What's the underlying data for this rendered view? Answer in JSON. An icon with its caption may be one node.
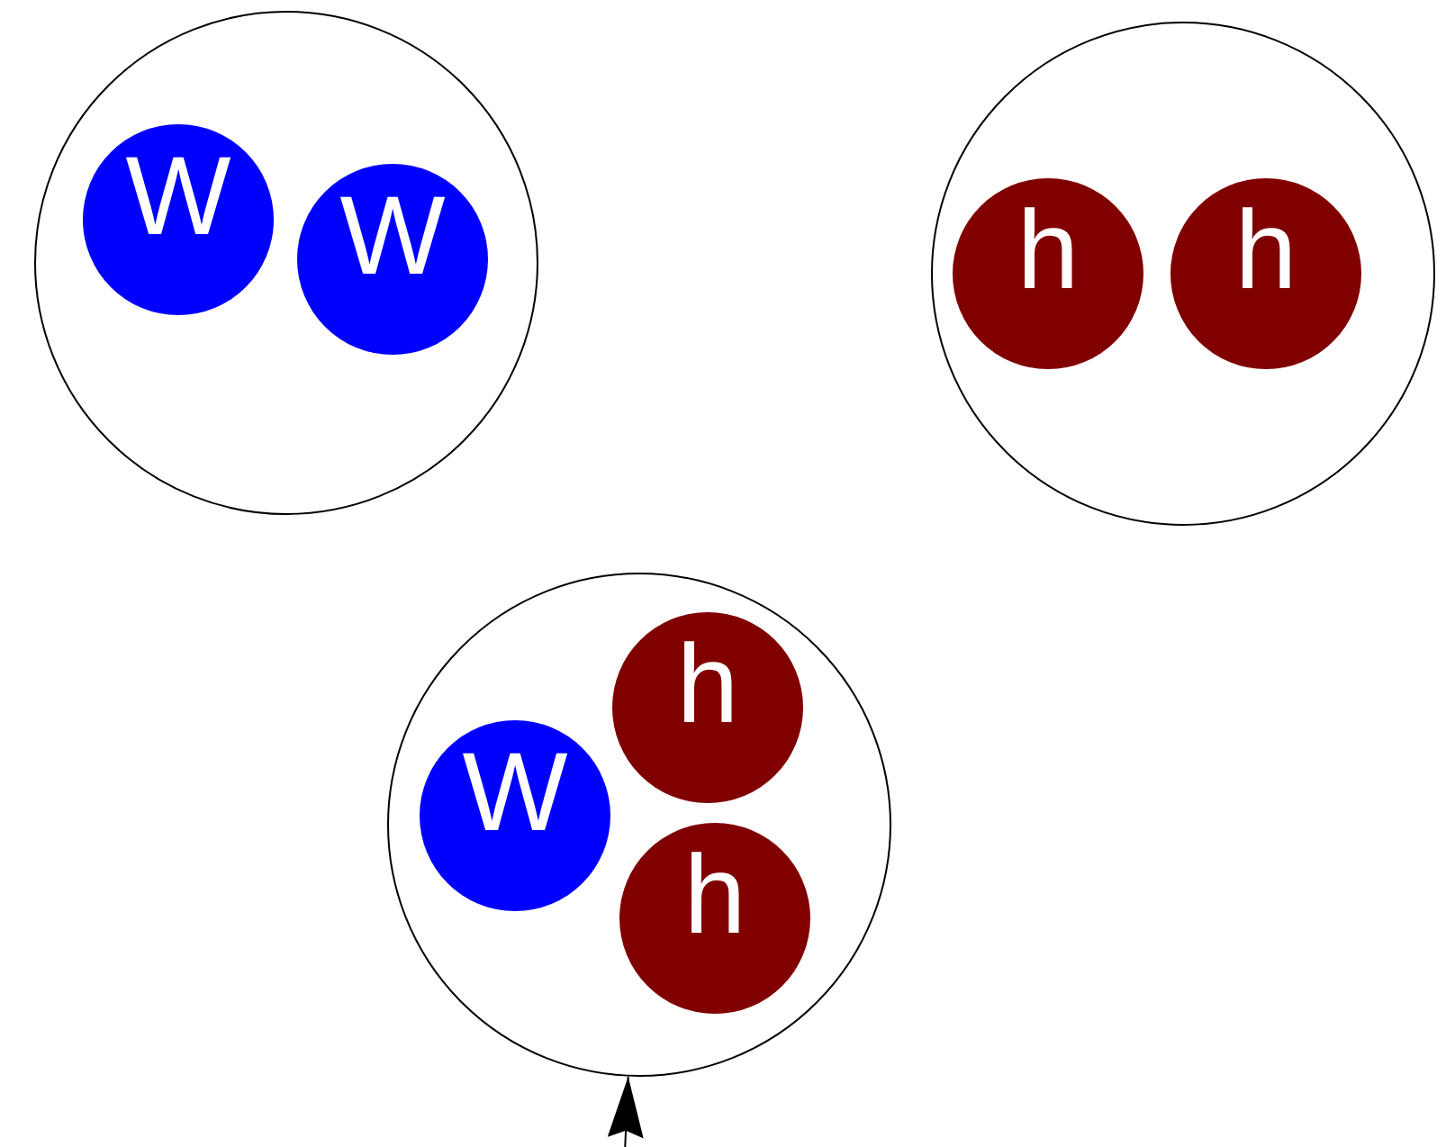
{
  "diagram": {
    "nodes": [
      {
        "text": [],
        "shape": "circle"
      },
      {
        "text": [
          "W"
        ],
        "in": 0
      },
      {
        "text": [
          "W"
        ],
        "in": 0
      },
      {
        "text": [],
        "shape": "circle"
      },
      {
        "text": [
          "h"
        ],
        "in": 3
      },
      {
        "text": [
          "h"
        ],
        "in": 3
      },
      {
        "text": [],
        "shape": "circle"
      },
      {
        "text": [
          "W"
        ],
        "in": 6
      },
      {
        "text": [
          "h"
        ],
        "in": 6
      },
      {
        "text": [
          "h"
        ],
        "in": 6
      }
    ],
    "edges": [
      {
        "from": null,
        "to": 6,
        "arrow": "to"
      }
    ]
  }
}
